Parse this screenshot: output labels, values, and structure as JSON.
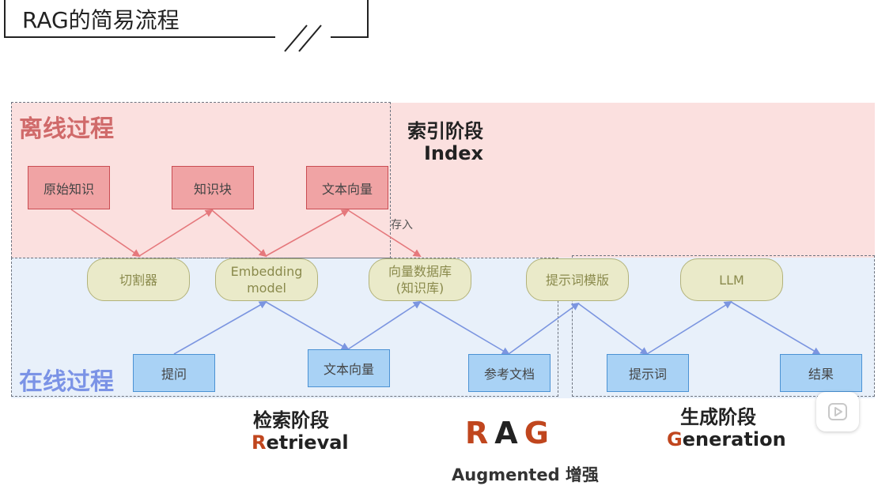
{
  "title": "RAG的简易流程",
  "regions": {
    "offline": "离线过程",
    "online": "在线过程"
  },
  "stages": {
    "index_cn": "索引阶段",
    "index_en": "Index",
    "retrieval_cn": "检索阶段",
    "retrieval_first": "R",
    "retrieval_rest": "etrieval",
    "generation_cn": "生成阶段",
    "generation_first": "G",
    "generation_rest": "eneration"
  },
  "rag": {
    "r": "R",
    "a": "A",
    "g": "G",
    "augmented": "Augmented 增强"
  },
  "offline_nodes": {
    "raw_knowledge": "原始知识",
    "chunks": "知识块",
    "text_vectors": "文本向量"
  },
  "pill_nodes": {
    "splitter": "切割器",
    "embedding_line1": "Embedding",
    "embedding_line2": "model",
    "vector_db_line1": "向量数据库",
    "vector_db_line2": "(知识库)",
    "prompt_template": "提示词模版",
    "llm": "LLM"
  },
  "online_nodes": {
    "question": "提问",
    "text_vector": "文本向量",
    "reference_docs": "参考文档",
    "prompt": "提示词",
    "result": "结果"
  },
  "edge_labels": {
    "store": "存入"
  },
  "colors": {
    "offline_band": "#fbe0df",
    "online_band": "#e8f0fa",
    "red_arrow": "#e5787c",
    "blue_arrow": "#7b95e0",
    "accent": "#c0461e"
  },
  "icons": {
    "play": "play-icon"
  }
}
